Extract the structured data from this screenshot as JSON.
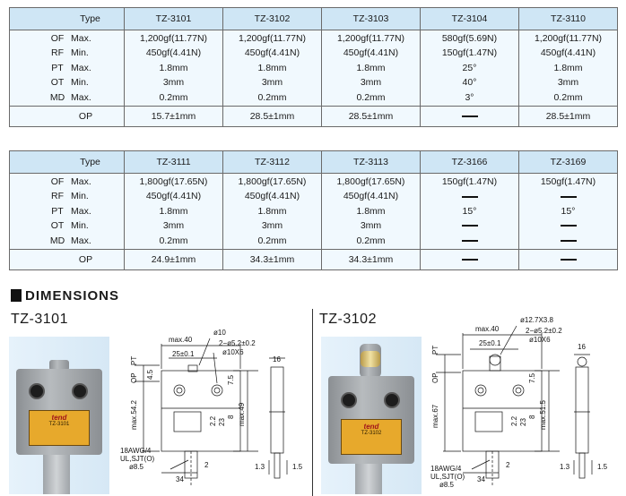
{
  "table1": {
    "type_label": "Type",
    "models": [
      "TZ-3101",
      "TZ-3102",
      "TZ-3103",
      "TZ-3104",
      "TZ-3110"
    ],
    "param_labels": [
      [
        "OF",
        "Max."
      ],
      [
        "RF",
        "Min."
      ],
      [
        "PT",
        "Max."
      ],
      [
        "OT",
        "Min."
      ],
      [
        "MD",
        "Max."
      ]
    ],
    "columns": [
      [
        "1,200gf(11.77N)",
        "450gf(4.41N)",
        "1.8mm",
        "3mm",
        "0.2mm"
      ],
      [
        "1,200gf(11.77N)",
        "450gf(4.41N)",
        "1.8mm",
        "3mm",
        "0.2mm"
      ],
      [
        "1,200gf(11.77N)",
        "450gf(4.41N)",
        "1.8mm",
        "3mm",
        "0.2mm"
      ],
      [
        "580gf(5.69N)",
        "150gf(1.47N)",
        "25°",
        "40°",
        "3°"
      ],
      [
        "1,200gf(11.77N)",
        "450gf(4.41N)",
        "1.8mm",
        "3mm",
        "0.2mm"
      ]
    ],
    "op_label": "OP",
    "op_values": [
      "15.7±1mm",
      "28.5±1mm",
      "28.5±1mm",
      "",
      "28.5±1mm"
    ]
  },
  "table2": {
    "type_label": "Type",
    "models": [
      "TZ-3111",
      "TZ-3112",
      "TZ-3113",
      "TZ-3166",
      "TZ-3169"
    ],
    "param_labels": [
      [
        "OF",
        "Max."
      ],
      [
        "RF",
        "Min."
      ],
      [
        "PT",
        "Max."
      ],
      [
        "OT",
        "Min."
      ],
      [
        "MD",
        "Max."
      ]
    ],
    "columns": [
      [
        "1,800gf(17.65N)",
        "450gf(4.41N)",
        "1.8mm",
        "3mm",
        "0.2mm"
      ],
      [
        "1,800gf(17.65N)",
        "450gf(4.41N)",
        "1.8mm",
        "3mm",
        "0.2mm"
      ],
      [
        "1,800gf(17.65N)",
        "450gf(4.41N)",
        "1.8mm",
        "3mm",
        "0.2mm"
      ],
      [
        "150gf(1.47N)",
        "",
        "15°",
        "",
        ""
      ],
      [
        "150gf(1.47N)",
        "",
        "15°",
        "",
        ""
      ]
    ],
    "op_label": "OP",
    "op_values": [
      "24.9±1mm",
      "34.3±1mm",
      "34.3±1mm",
      "",
      ""
    ]
  },
  "dimensions": {
    "heading": "DIMENSIONS",
    "left": {
      "model": "TZ-3101",
      "brand": "tend",
      "plate_model": "TZ-3101",
      "labels": {
        "max40": "max.40",
        "d10": "ø10",
        "screw": "2−ø5.2±0.2",
        "d10x6": "ø10X6",
        "w25": "25±0.1",
        "pt": "PT",
        "op": "OP",
        "n45": "4.5",
        "n75": "7.5",
        "max542": "max.54.2",
        "n23": "23",
        "n8": "8",
        "n22": "2.2",
        "max49": "max.49",
        "wire": "18AWG/4",
        "ul": "UL,SJT(O)",
        "d85": "ø8.5",
        "n2": "2",
        "n34": "34",
        "n16": "16",
        "n13": "1.3",
        "n15": "1.5"
      }
    },
    "right": {
      "model": "TZ-3102",
      "brand": "tend",
      "plate_model": "TZ-3102",
      "labels": {
        "roller": "ø12.7X3.8",
        "max40": "max.40",
        "screw": "2−ø5.2±0.2",
        "d10x6": "ø10X6",
        "w25": "25±0.1",
        "pt": "PT",
        "op": "OP",
        "n75": "7.5",
        "max67": "max.67",
        "n23": "23",
        "n8": "8",
        "n22": "2.2",
        "max515": "max.51.5",
        "wire": "18AWG/4",
        "ul": "UL,SJT(O)",
        "d85": "ø8.5",
        "n2": "2",
        "n34": "34",
        "n16": "16",
        "n13": "1.3",
        "n15": "1.5"
      }
    }
  }
}
